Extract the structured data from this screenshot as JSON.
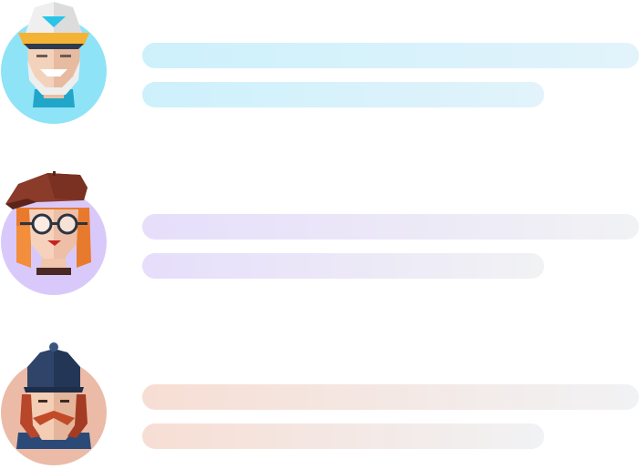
{
  "rows": [
    {
      "id": "captain",
      "avatar_icon": "captain-avatar-icon",
      "avatar_bg": "#8fe3f7",
      "bar_color_start": "#cdf1fb",
      "bar_color_end": "#e2f3fb"
    },
    {
      "id": "artist",
      "avatar_icon": "artist-avatar-icon",
      "avatar_bg": "#d9c9fb",
      "bar_color_start": "#e6defb",
      "bar_color_end": "#f1f2f4"
    },
    {
      "id": "detective",
      "avatar_icon": "detective-avatar-icon",
      "avatar_bg": "#ebbba8",
      "bar_color_start": "#f7ded4",
      "bar_color_end": "#f1f2f4"
    }
  ]
}
